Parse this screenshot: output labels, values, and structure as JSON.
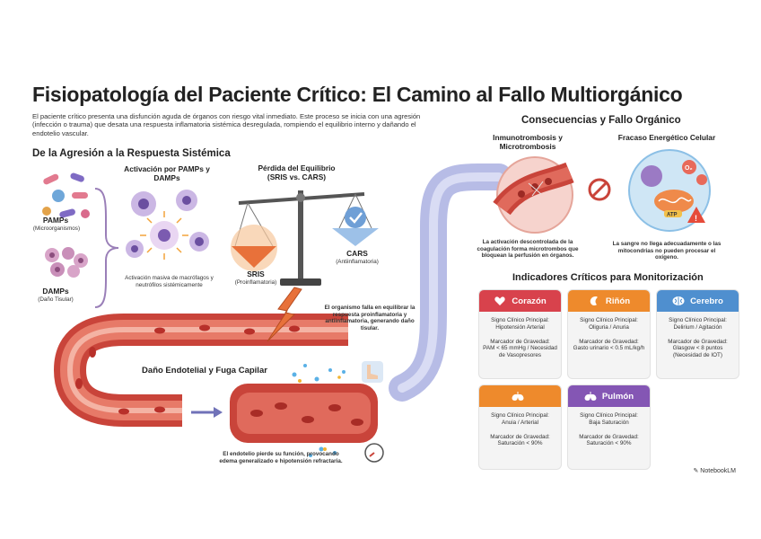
{
  "title": "Fisiopatología del Paciente Crítico: El Camino al Fallo Multiorgánico",
  "intro": "El paciente crítico presenta una disfunción aguda de órganos con riesgo vital inmediato. Este proceso se inicia con una agresión (infección o trauma) que desata una respuesta inflamatoria sistémica desregulada, rompiendo el equilibrio interno y dañando el endotelio vascular.",
  "left_section": {
    "heading": "De la Agresión a la Respuesta Sistémica",
    "pamps_label": "PAMPs",
    "pamps_sub": "(Microorganismos)",
    "damps_label": "DAMPs",
    "damps_sub": "(Daño Tisular)",
    "activation_title": "Activación por PAMPs y DAMPs",
    "activation_caption": "Activación masiva de macrófagos y neutrófilos sistémicamente",
    "balance_title": "Pérdida del Equilibrio (SRIS vs. CARS)",
    "sris_label": "SRIS",
    "sris_sub": "(Proinflamatoria)",
    "cars_label": "CARS",
    "cars_sub": "(Antiinflamatoria)",
    "balance_caption": "El organismo falla en equilibrar la respuesta proinflamatoria y antiinflamatoria, generando daño tisular."
  },
  "endothelial": {
    "heading": "Daño Endotelial y Fuga Capilar",
    "caption": "El endotelio pierde su función, provocando edema generalizado e hipotensión refractaria."
  },
  "consequences": {
    "heading": "Consecuencias y Fallo Orgánico",
    "immuno_title": "Inmunotrombosis y Microtrombosis",
    "immuno_caption": "La activación descontrolada de la coagulación forma microtrombos que bloquean la perfusión en órganos.",
    "energy_title": "Fracaso Energético Celular",
    "energy_caption": "La sangre no llega adecuadamente o las mitocondrias no pueden procesar el oxígeno.",
    "o2_label": "O₂",
    "atp_label": "ATP"
  },
  "indicators": {
    "heading": "Indicadores Críticos para Monitorización",
    "cards": [
      {
        "name": "Corazón",
        "color": "#d8424c",
        "icon": "heart-icon",
        "sign_label": "Signo Clínico Principal:",
        "sign": "Hipotensión Arterial",
        "marker_label": "Marcador de Gravedad:",
        "marker": "PAM < 65 mmHg / Necesidad de Vasopresores"
      },
      {
        "name": "Riñón",
        "color": "#ee8a2c",
        "icon": "kidney-icon",
        "sign_label": "Signo Clínico Principal:",
        "sign": "Oliguria / Anuria",
        "marker_label": "Marcador de Gravedad:",
        "marker": "Gasto urinario < 0.5 mL/kg/h"
      },
      {
        "name": "Cerebro",
        "color": "#4f8fcf",
        "icon": "brain-icon",
        "sign_label": "Signo Clínico Principal:",
        "sign": "Delirium / Agitación",
        "marker_label": "Marcador de Gravedad:",
        "marker": "Glasgow < 8 puntos (Necesidad de IOT)"
      },
      {
        "name": "",
        "color": "#ee8a2c",
        "icon": "lungs-icon",
        "sign_label": "Signo Clínico Principal:",
        "sign": "Anuia / Arterial",
        "marker_label": "Marcador de Gravedad:",
        "marker": "Saturación < 90%"
      },
      {
        "name": "Pulmón",
        "color": "#8456b4",
        "icon": "lungs-icon",
        "sign_label": "Signo Clínico Principal:",
        "sign": "Baja Saturación",
        "marker_label": "Marcador de Gravedad:",
        "marker": "Saturación < 90%"
      }
    ]
  },
  "brand": "NotebookLM",
  "colors": {
    "vessel": "#c9443a",
    "pipe": "#b9bde6",
    "sris": "#e8713a",
    "cars": "#6f9fd6"
  }
}
